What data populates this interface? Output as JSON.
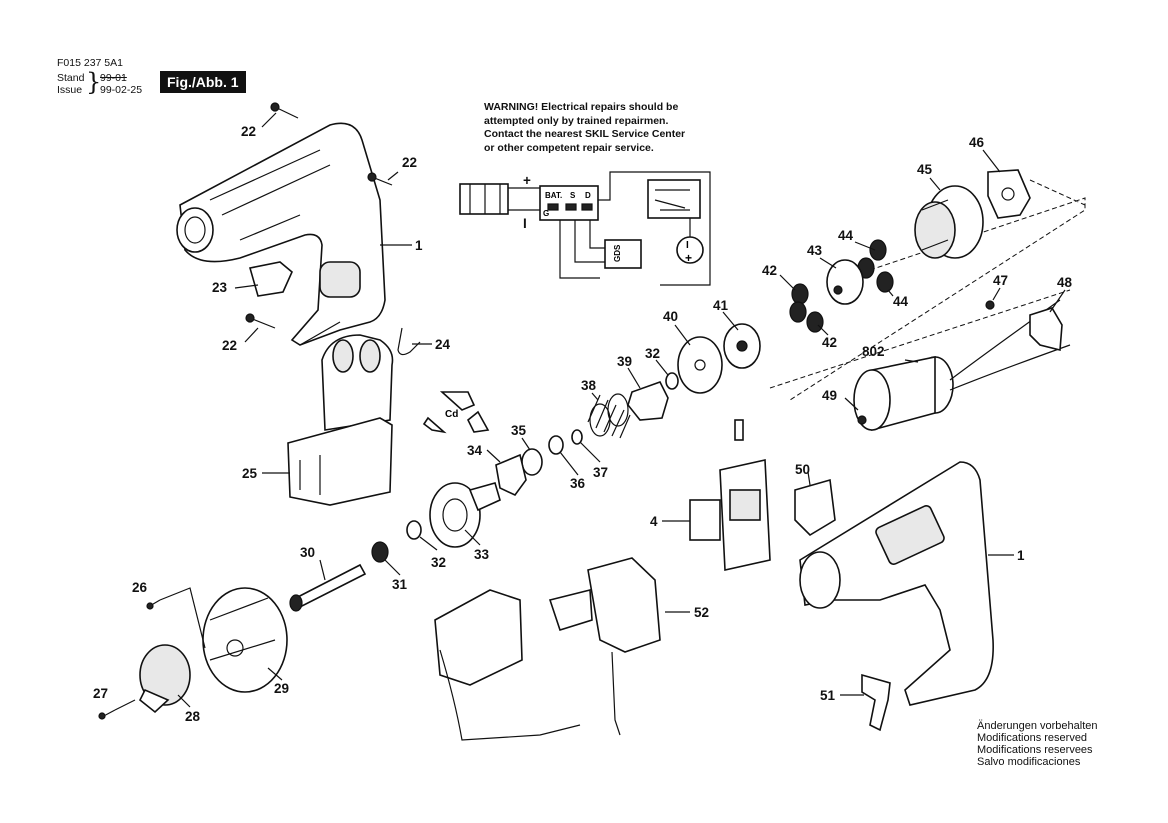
{
  "header": {
    "code": "F015 237 5A1",
    "stand_label": "Stand",
    "stand_value": "99-01",
    "issue_label": "Issue",
    "issue_value": "99-02-25",
    "figure_label": "Fig./Abb. 1"
  },
  "warning": {
    "lines": [
      "WARNING! Electrical repairs should be",
      "attempted only by trained repairmen.",
      "Contact the nearest SKIL Service Center",
      "or other competent repair service."
    ]
  },
  "schematic": {
    "plus": "+",
    "minus": "I",
    "bat": "BAT.",
    "g": "G",
    "s": "S",
    "d": "D",
    "gds": "GDS",
    "motor_plus": "+",
    "motor_minus": "I"
  },
  "callouts": {
    "c22a": "22",
    "c22b": "22",
    "c22c": "22",
    "c1a": "1",
    "c1b": "1",
    "c23": "23",
    "c24": "24",
    "c25": "25",
    "c46": "46",
    "c45": "45",
    "c44a": "44",
    "c44b": "44",
    "c43": "43",
    "c42a": "42",
    "c42b": "42",
    "c47": "47",
    "c48": "48",
    "c41": "41",
    "c40": "40",
    "c39": "39",
    "c32a": "32",
    "c32b": "32",
    "c38": "38",
    "c802": "802",
    "c49": "49",
    "c35": "35",
    "c34": "34",
    "c36": "36",
    "c37": "37",
    "c33": "33",
    "c50": "50",
    "c4": "4",
    "c30": "30",
    "c31": "31",
    "c26": "26",
    "c29": "29",
    "c28": "28",
    "c27": "27",
    "c52": "52",
    "c51": "51"
  },
  "footer": {
    "lines": [
      "Änderungen vorbehalten",
      "Modifications reserved",
      "Modifications reservees",
      "Salvo modificaciones"
    ]
  }
}
